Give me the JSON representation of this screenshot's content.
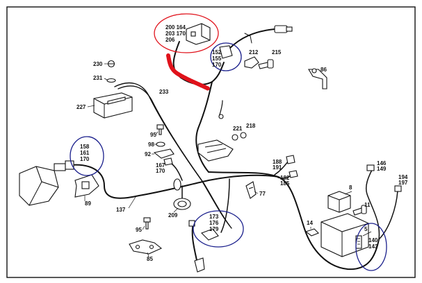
{
  "diagram": {
    "callouts": {
      "c200_164": "200 164",
      "c203_170": "203 170",
      "c206": "206",
      "c152": "152",
      "c155": "155",
      "c170a": "170",
      "c212": "212",
      "c215": "215",
      "c86": "86",
      "c230": "230",
      "c231": "231",
      "c233": "233",
      "c227": "227",
      "c221": "221",
      "c218": "218",
      "c95a": "95",
      "c98": "98",
      "c92": "92",
      "c167": "167",
      "c170b": "170",
      "c158": "158",
      "c161": "161",
      "c170c": "170",
      "c188": "188",
      "c191": "191",
      "c182": "182",
      "c185": "185",
      "c146": "146",
      "c149": "149",
      "c194": "194",
      "c197": "197",
      "c8": "8",
      "c11": "11",
      "c89": "89",
      "c137": "137",
      "c209": "209",
      "c77": "77",
      "c173": "173",
      "c176": "176",
      "c179": "179",
      "c95b": "95",
      "c85": "85",
      "c14": "14",
      "c5": "5",
      "c140": "140",
      "c143": "143"
    },
    "highlight_colors": {
      "red": "#e0121b",
      "blue": "#1a1f8c"
    }
  }
}
